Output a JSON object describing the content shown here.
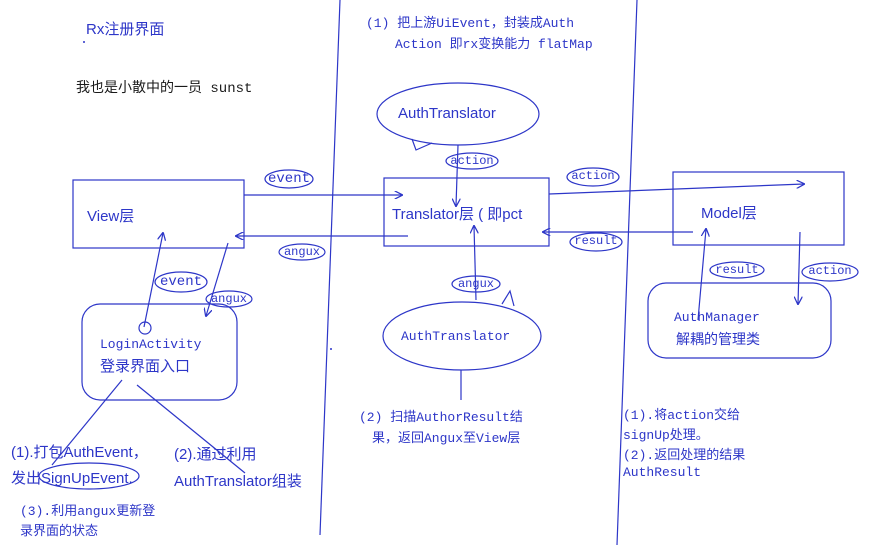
{
  "title": "Rx注册界面",
  "subtitle": "我也是小散中的一员 sunst",
  "boxes": {
    "view": "View层",
    "translator": "Translator层 ( 即pct",
    "model": "Model层",
    "login_activity": "LoginActivity",
    "login_entry": "登录界面入口",
    "auth_manager": "AuthManager",
    "auth_manager_desc": "解耦的管理类"
  },
  "bubbles": {
    "top_translator": "AuthTranslator",
    "bottom_translator": "AuthTranslator"
  },
  "arrow_labels": {
    "event_top": "event",
    "event_left": "event",
    "angux_mid": "angux",
    "angux_left": "angux",
    "angux_bottom": "angux",
    "action_center": "action",
    "action_right": "action",
    "action_model": "action",
    "result_center": "result",
    "result_model": "result"
  },
  "notes": {
    "note1_line1": "(1) 把上游UiEvent，封装成Auth",
    "note1_line2": "Action  即rx变换能力 flatMap",
    "note2_line1": "(2) 扫描AuthorResult结",
    "note2_line2": "果，返回Angux至View层",
    "note3_line1": "(1).将action交给",
    "note3_line2": "signUp处理。",
    "note3_line3": "(2).返回处理的结果",
    "note3_line4": "AuthResult",
    "bottom1_line1": "(1).打包AuthEvent，",
    "bottom1_line2": "发出SignUpEvent.",
    "bottom2_line1": "(2).通过利用",
    "bottom2_line2": "AuthTranslator组装",
    "bottom3_line1": "(3).利用angux更新登",
    "bottom3_line2": "录界面的状态"
  },
  "colors": {
    "ink": "#2d36c8",
    "text_dark": "#1a1a1a",
    "background": "#ffffff"
  }
}
